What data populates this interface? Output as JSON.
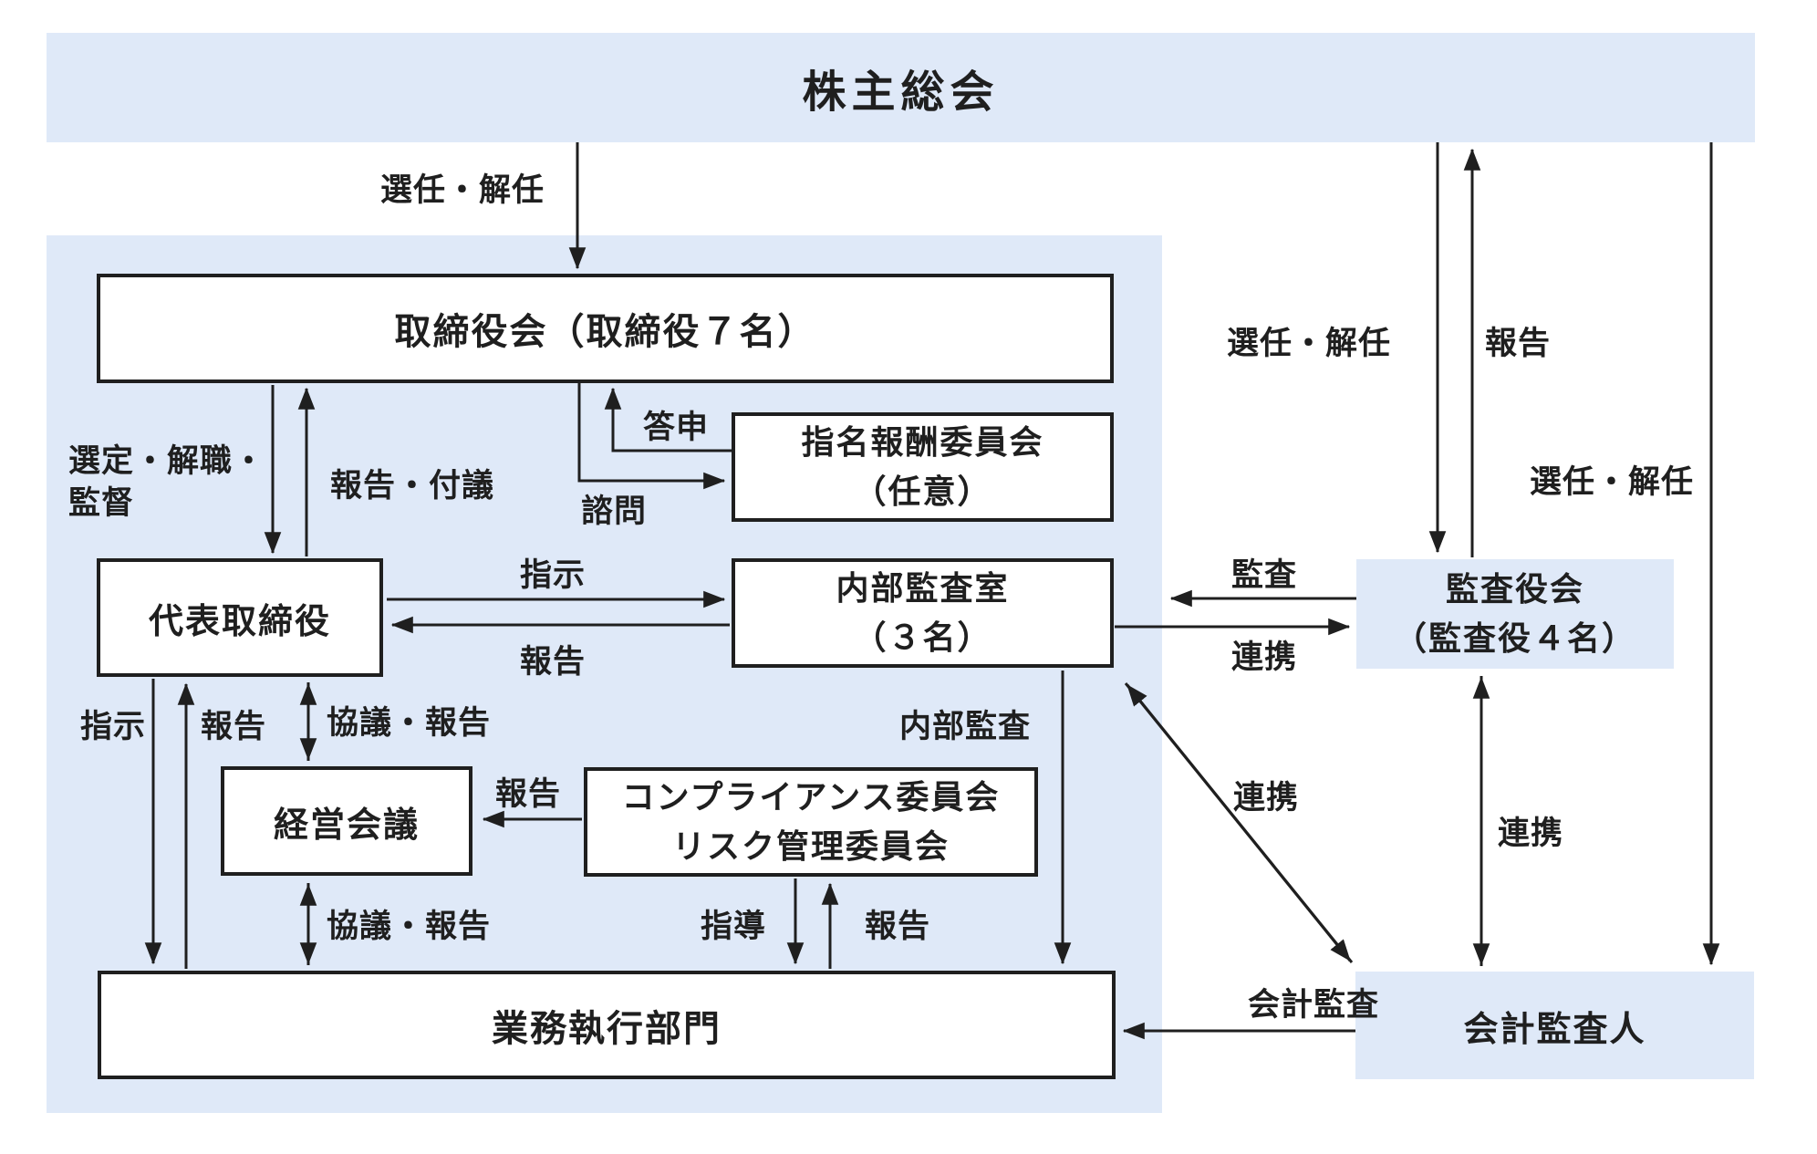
{
  "diagram_title": "株主総会",
  "colors": {
    "blue": "#dfe9f8",
    "ink": "#1f1f1f",
    "white": "#ffffff"
  },
  "boxes": {
    "shareholders_meeting": "株主総会",
    "board_of_directors": "取締役会（取締役７名）",
    "nomination_committee": "指名報酬委員会\n（任意）",
    "representative_director": "代表取締役",
    "internal_audit_office": "内部監査室\n（３名）",
    "management_meeting": "経営会議",
    "compliance_committee": "コンプライアンス委員会\nリスク管理委員会",
    "execution_departments": "業務執行部門",
    "audit_and_supervisory_board": "監査役会\n（監査役４名）",
    "accounting_auditor": "会計監査人"
  },
  "edge_labels": {
    "appoint_dismiss_directors": "選任・解任",
    "select_dismiss_supervise": "選定・解職・\n監督",
    "report_refer": "報告・付議",
    "reply": "答申",
    "consult": "諮問",
    "instruct_internal_audit": "指示",
    "report_internal_audit": "報告",
    "audit": "監査",
    "cooperate_horizontal": "連携",
    "instruct_execution": "指示",
    "report_execution": "報告",
    "consult_report_upper": "協議・報告",
    "report_committee_to_management": "報告",
    "consult_report_lower": "協議・報告",
    "guide": "指導",
    "report_committee_up": "報告",
    "internal_audit": "内部監査",
    "appoint_dismiss_auditors": "選任・解任",
    "report_to_shareholders": "報告",
    "appoint_dismiss_accounting_auditor": "選任・解任",
    "cooperate_diagonal": "連携",
    "cooperate_vertical": "連携",
    "accounting_audit": "会計監査"
  }
}
